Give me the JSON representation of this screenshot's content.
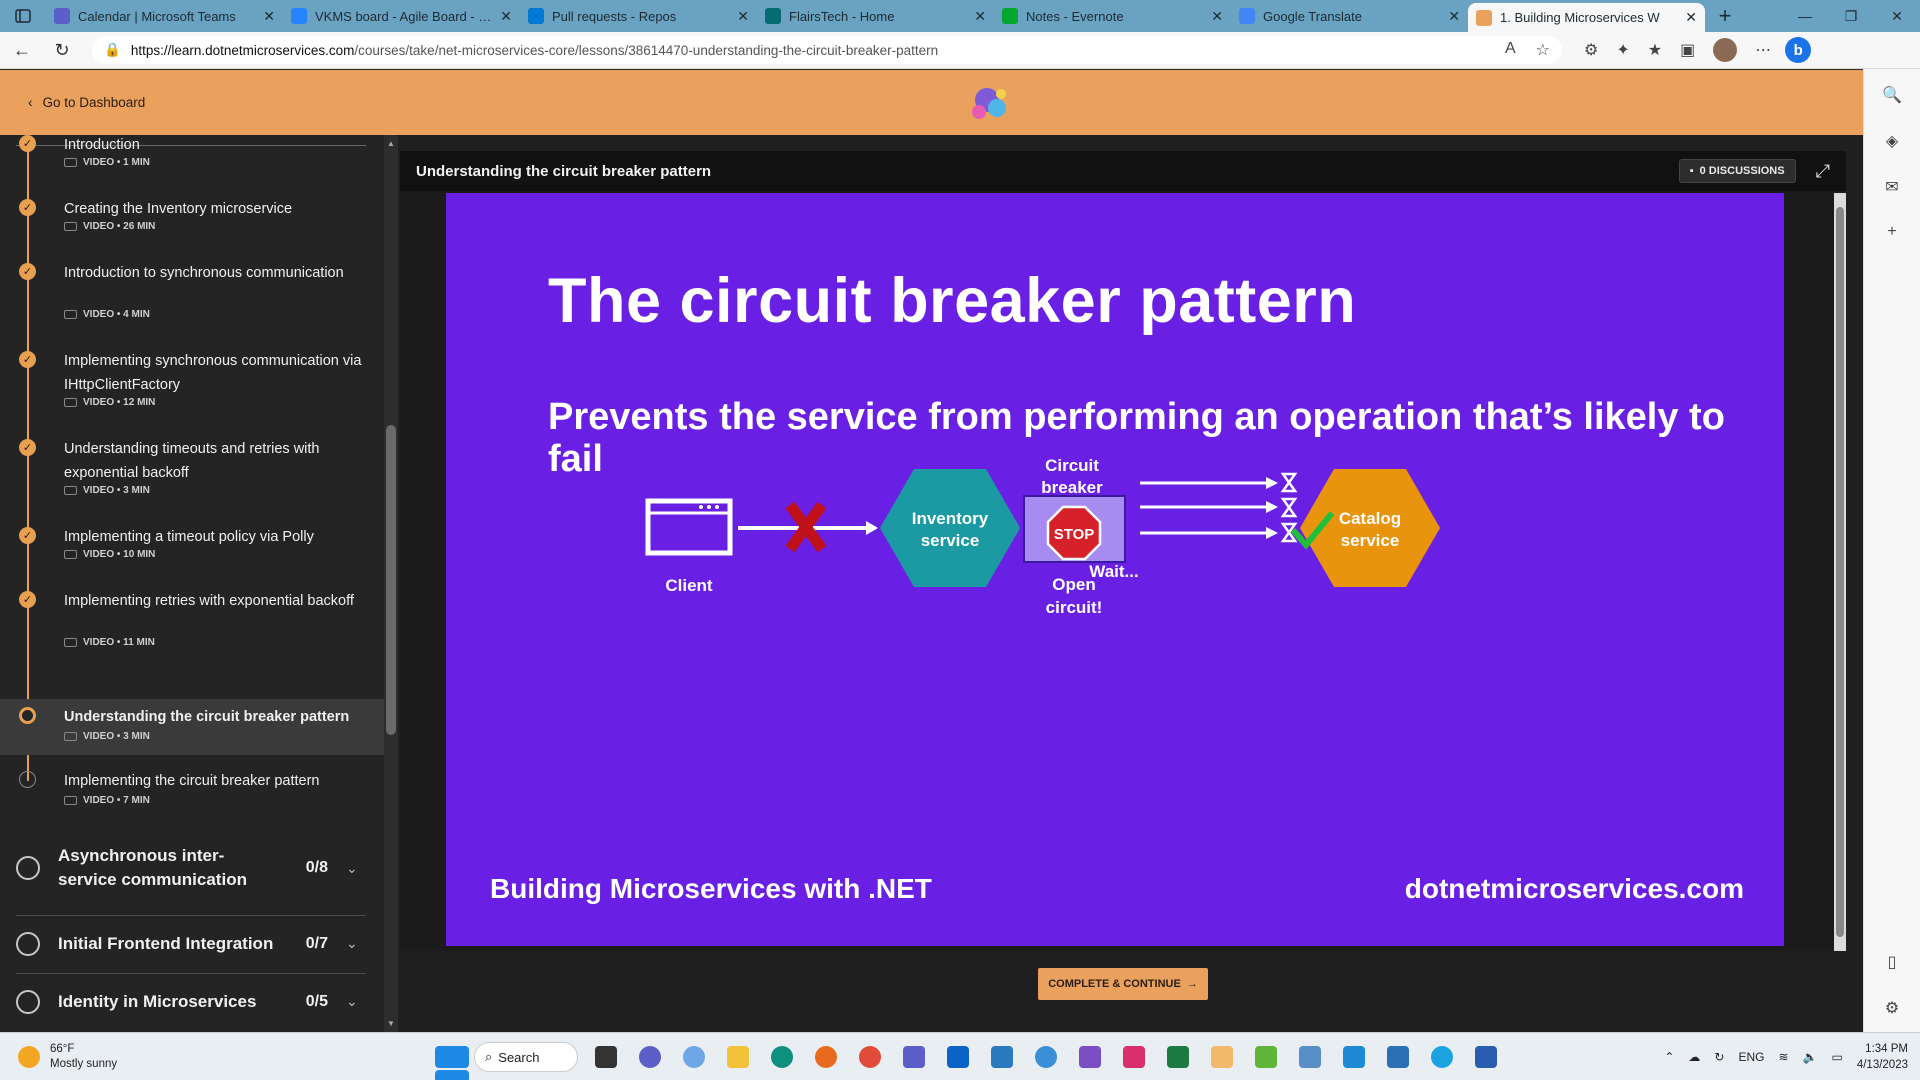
{
  "browser": {
    "tabs": [
      {
        "label": "Calendar | Microsoft Teams",
        "color": "#5b5fc7"
      },
      {
        "label": "VKMS board - Agile Board - JIRA",
        "color": "#2684ff"
      },
      {
        "label": "Pull requests - Repos",
        "color": "#0078d4"
      },
      {
        "label": "FlairsTech - Home",
        "color": "#036c70"
      },
      {
        "label": "Notes - Evernote",
        "color": "#00a82d"
      },
      {
        "label": "Google Translate",
        "color": "#4285f4"
      },
      {
        "label": "1. Building Microservices W",
        "color": "#e9a15d"
      }
    ],
    "url_host": "https://learn.dotnetmicroservices.com",
    "url_path": "/courses/take/net-microservices-core/lessons/38614470-understanding-the-circuit-breaker-pattern"
  },
  "header": {
    "back_label": "Go to Dashboard"
  },
  "course": {
    "lessons": [
      {
        "title": "Introduction",
        "meta": "VIDEO • 1 MIN",
        "status": "done"
      },
      {
        "title": "Creating the Inventory microservice",
        "meta": "VIDEO • 26 MIN",
        "status": "done"
      },
      {
        "title": "Introduction to synchronous communication",
        "meta": "VIDEO • 4 MIN",
        "status": "done"
      },
      {
        "title": "Implementing synchronous communication via IHttpClientFactory",
        "meta": "VIDEO • 12 MIN",
        "status": "done"
      },
      {
        "title": "Understanding timeouts and retries with exponential backoff",
        "meta": "VIDEO • 3 MIN",
        "status": "done"
      },
      {
        "title": "Implementing a timeout policy via Polly",
        "meta": "VIDEO • 10 MIN",
        "status": "done"
      },
      {
        "title": "Implementing retries with exponential backoff",
        "meta": "VIDEO • 11 MIN",
        "status": "done"
      },
      {
        "title": "Understanding the circuit breaker pattern",
        "meta": "VIDEO • 3 MIN",
        "status": "current"
      },
      {
        "title": "Implementing the circuit breaker pattern",
        "meta": "VIDEO • 7 MIN",
        "status": "todo"
      }
    ],
    "sections": [
      {
        "title": "Asynchronous inter-service communication",
        "count": "0/8"
      },
      {
        "title": "Initial Frontend Integration",
        "count": "0/7"
      },
      {
        "title": "Identity in Microservices",
        "count": "0/5"
      }
    ]
  },
  "lesson": {
    "title": "Understanding the circuit breaker pattern",
    "discussions_label": "0 DISCUSSIONS",
    "complete_label": "COMPLETE & CONTINUE"
  },
  "slide": {
    "title": "The circuit breaker pattern",
    "subtitle": "Prevents the service from performing an operation that’s likely to fail",
    "diagram": {
      "client_label": "Client",
      "inventory_line1": "Inventory",
      "inventory_line2": "service",
      "breaker_line1": "Circuit",
      "breaker_line2": "breaker",
      "stop_label": "STOP",
      "open_line1": "Open",
      "open_line2": "circuit!",
      "wait_label": "Wait...",
      "catalog_line1": "Catalog",
      "catalog_line2": "service"
    },
    "footer_left": "Building Microservices with .NET",
    "footer_right": "dotnetmicroservices.com",
    "colors": {
      "background": "#6a1fe4",
      "inventory": "#1b9aa3",
      "catalog": "#e8940c",
      "breaker_box": "#a78bf0",
      "stop": "#d6202a"
    }
  },
  "taskbar": {
    "temperature": "66°F",
    "weather": "Mostly sunny",
    "search_label": "Search",
    "language": "ENG",
    "time": "1:34 PM",
    "date": "4/13/2023"
  }
}
